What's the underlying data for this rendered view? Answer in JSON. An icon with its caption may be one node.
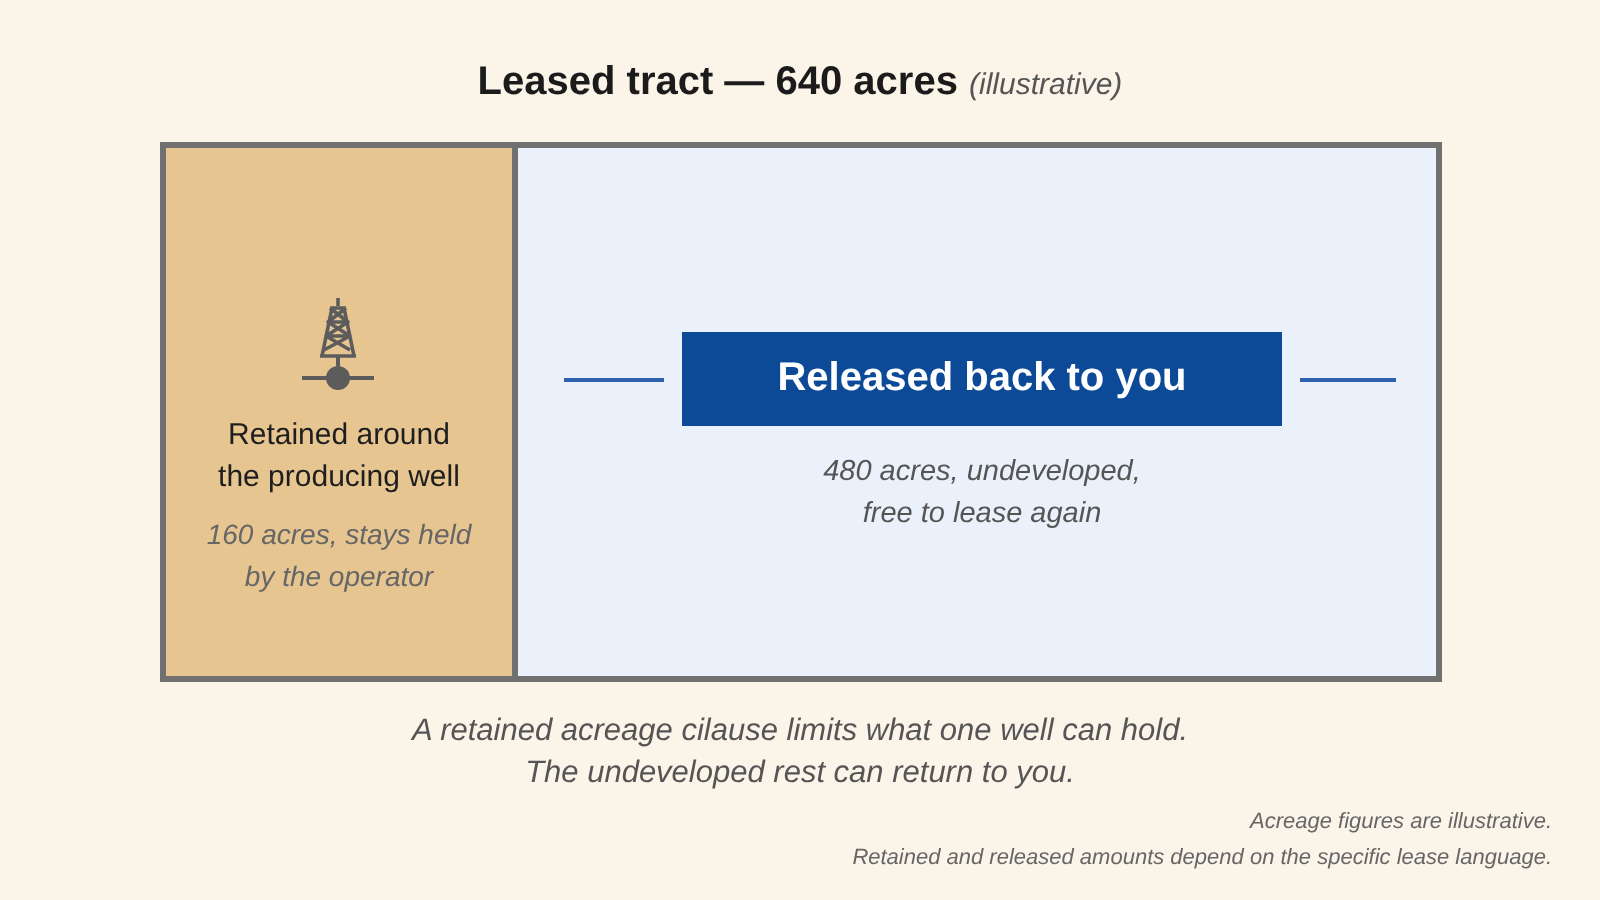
{
  "diagram": {
    "title": "Leased tract — 640 acres *(illustrative)*",
    "nodes": [
      {
        "text": [
          "Retained around the producing well",
          "160 acres, stays held by the operator"
        ]
      },
      {
        "text": [
          "480 acres, undeveloped, free to lease again"
        ]
      },
      {
        "text": [
          "Released back to you"
        ],
        "in": 1
      }
    ],
    "edges": [],
    "caption": "A retained acreage cilause limits what one well can hold. The undeveloped rest can return to you.",
    "labels": [
      "Acreage figures are illustrative.",
      "Retained and released amounts depend on the specific lease language."
    ]
  }
}
